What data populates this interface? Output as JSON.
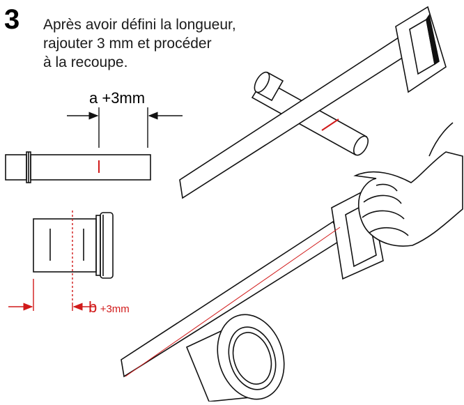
{
  "step": {
    "number": "3",
    "instruction_lines": [
      "Après avoir défini la longueur,",
      "rajouter 3 mm et procéder",
      "à la recoupe."
    ]
  },
  "dimension_top": {
    "label": "a +3mm"
  },
  "dimension_bottom": {
    "letter": "b",
    "value": "+3mm"
  },
  "colors": {
    "line": "#111111",
    "cut_mark": "#d11a1a",
    "hand_shade": "#dddddd"
  }
}
